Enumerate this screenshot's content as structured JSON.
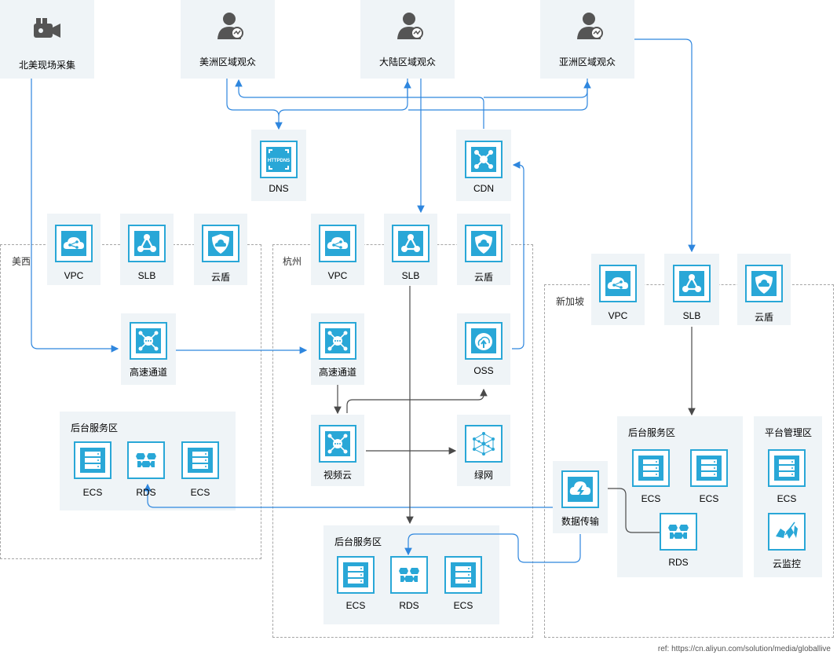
{
  "colors": {
    "accent": "#29a7d7",
    "line_blue": "#2e86de",
    "line_gray": "#4a4a4a",
    "panel": "#eff4f7"
  },
  "top": {
    "capture": {
      "label": "北美现场采集",
      "icon": "video-camera-icon"
    },
    "viewers": [
      {
        "label": "美洲区域观众",
        "icon": "user-search-icon"
      },
      {
        "label": "大陆区域观众",
        "icon": "user-search-icon"
      },
      {
        "label": "亚洲区域观众",
        "icon": "user-search-icon"
      }
    ],
    "dns": {
      "label": "DNS",
      "icon": "httpdns-icon",
      "icon_text": "HTTPDNS"
    },
    "cdn": {
      "label": "CDN",
      "icon": "cdn-icon"
    }
  },
  "regions": {
    "west": {
      "label": "美西",
      "vpc": "VPC",
      "slb": "SLB",
      "shield": "云盾",
      "express": "高速通道",
      "backend": {
        "title": "后台服务区",
        "items": [
          "ECS",
          "RDS",
          "ECS"
        ]
      }
    },
    "hangzhou": {
      "label": "杭州",
      "vpc": "VPC",
      "slb": "SLB",
      "shield": "云盾",
      "express": "高速通道",
      "oss": "OSS",
      "video_cloud": "视频云",
      "green_net": "绿网",
      "backend": {
        "title": "后台服务区",
        "items": [
          "ECS",
          "RDS",
          "ECS"
        ]
      }
    },
    "singapore": {
      "label": "新加坡",
      "vpc": "VPC",
      "slb": "SLB",
      "shield": "云盾",
      "backend": {
        "title": "后台服务区",
        "items": [
          "ECS",
          "ECS",
          "RDS"
        ]
      },
      "platform": {
        "title": "平台管理区",
        "items": [
          "ECS",
          "云监控"
        ]
      }
    }
  },
  "dts": {
    "label": "数据传输",
    "icon": "data-transfer-icon"
  },
  "footer": {
    "ref": "ref: https://cn.aliyun.com/solution/media/globallive"
  }
}
